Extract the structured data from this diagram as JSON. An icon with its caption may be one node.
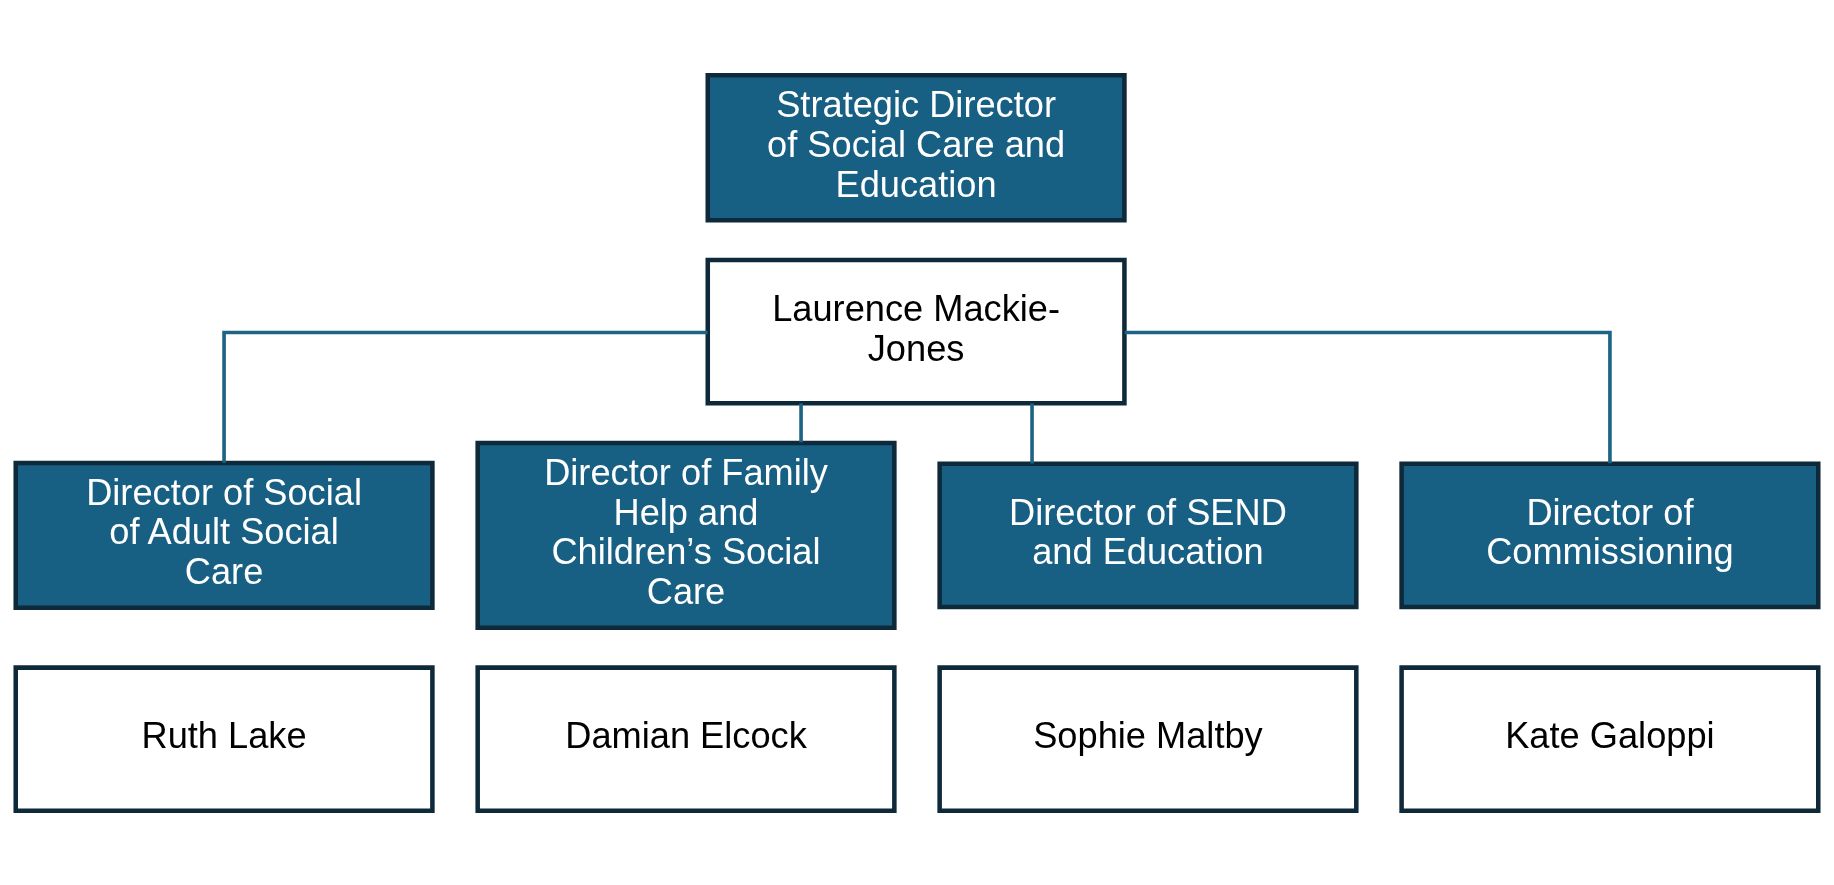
{
  "diagram": {
    "nodes": [
      {
        "text": [
          "Strategic Director of Social Care and Education"
        ]
      },
      {
        "text": [
          "Laurence Mackie-Jones"
        ]
      },
      {
        "text": [
          "Director of Social of Adult Social Care"
        ]
      },
      {
        "text": [
          "Director of Family Help and Children’s Social Care"
        ]
      },
      {
        "text": [
          "Director of SEND and Education"
        ]
      },
      {
        "text": [
          "Director of Commissioning"
        ]
      },
      {
        "text": [
          "Ruth Lake"
        ]
      },
      {
        "text": [
          "Damian Elcock"
        ]
      },
      {
        "text": [
          "Sophie Maltby"
        ]
      },
      {
        "text": [
          "Kate Galoppi"
        ]
      }
    ],
    "edges": [
      {
        "from": 1,
        "to": 2,
        "arrow": "none"
      },
      {
        "from": 1,
        "to": 3,
        "arrow": "none"
      },
      {
        "from": 1,
        "to": 4,
        "arrow": "none"
      },
      {
        "from": 1,
        "to": 5,
        "arrow": "none"
      }
    ]
  }
}
